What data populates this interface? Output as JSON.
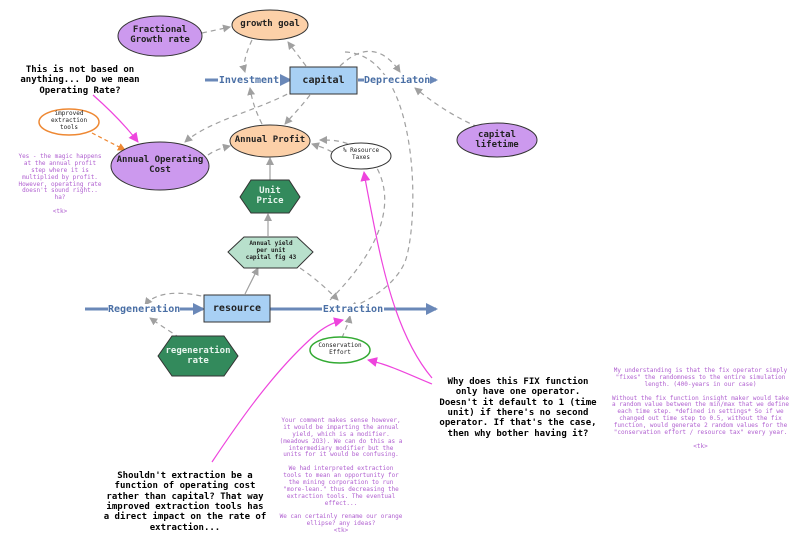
{
  "nodes": {
    "fractional_growth_rate": "Fractional\nGrowth rate",
    "growth_goal": "growth goal",
    "capital": "capital",
    "investment": "Investment",
    "depreciation": "Depreciaton",
    "capital_lifetime": "capital\nlifetime",
    "annual_profit": "Annual Profit",
    "resource_taxes": "% Resource\nTaxes",
    "improved_extraction_tools": "improved\nextraction\ntools",
    "annual_operating_cost": "Annual Operating\nCost",
    "unit_price": "Unit\nPrice",
    "annual_yield": "Annual yield\nper unit\ncapital fig 43",
    "resource": "resource",
    "regeneration": "Regeneration",
    "extraction": "Extraction",
    "regeneration_rate": "regeneration\nrate",
    "conservation_effort": "Conservation\nEffort"
  },
  "comments": {
    "operating_rate": "This is not based on\nanything... Do we mean\nOperating Rate?",
    "magic": "Yes - the magic happens\nat the annual profit\nstep where it is\nmultiplied by profit.\nHowever, operating rate\ndoesn't sound right..\nha?\n\n<tk>",
    "fix_function": "Why does this FIX function\nonly have one operator.\nDoesn't it default to 1 (time\nunit) if there's no second\noperator.  If that's the case,\nthen why bother having it?",
    "fix_reply": "My understanding is that the fix operator simply\n\"fixes\" the randomness to the entire simulation\nlength. (400-years in our case)\n\nWithout the fix function insight maker would take\na random value between the min/max that we define\neach time step. *defined in settings* So if we\nchanged out time step to 0.5, without the fix\nfunction, would generate 2 random values for the\n\"conservation effort / resource tax\" every year.\n\n<tk>",
    "modifier_reply": "Your comment makes sense however,\nit would be imparting the annual\nyield, which is a modifier.\n(meadows 2O3). We can do this as a\nintermediary modifier but the\nunits for it would be confusing.\n\nWe had interpreted extraction\ntools to mean an opportunity for\nthe mining corporation to run\n\"more-lean.\" thus decreasing the\nextraction tools. The eventual\neffect...\n\nWe can certainly rename our orange\nellipse? any ideas?\n<tk>",
    "extraction_cost": "Shouldn't extraction be a\nfunction of operating cost\nrather than capital?  That way\nimproved extraction tools has\na direct impact on the rate of\nextraction..."
  },
  "colors": {
    "purple_fill": "#cc99ee",
    "orange_fill": "#fcd0a8",
    "blue_fill": "#a8d0f4",
    "green_fill": "#338a5c",
    "light_green_fill": "#b8e0cc",
    "flow_arrow": "#6a88b8",
    "link_dashed": "#a0a0a0",
    "comment_arrow": "#ee44dd",
    "improved_tools_border": "#ee8833",
    "conservation_border": "#33aa33"
  }
}
